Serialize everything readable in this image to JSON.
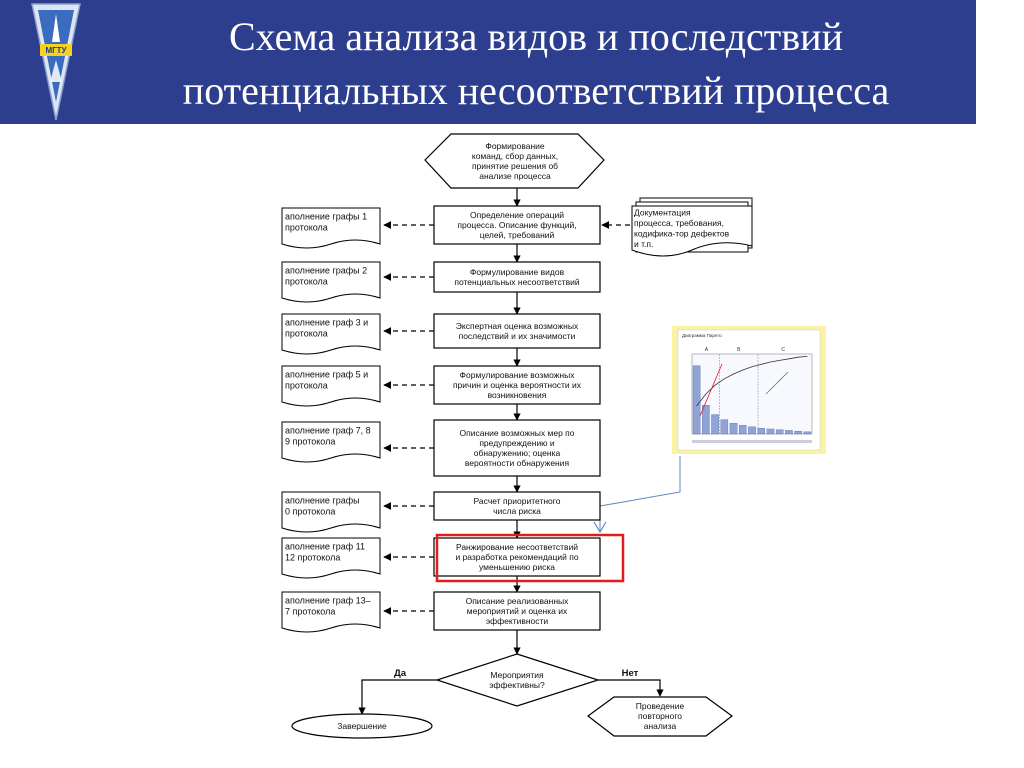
{
  "title": {
    "line1": "Схема анализа видов и последствий",
    "line2": "потенциальных несоответствий процесса"
  },
  "logo": {
    "text": "МГТУ"
  },
  "flow": {
    "start": [
      "Формирование",
      "команд, сбор данных,",
      "принятие решения об",
      "анализе процесса"
    ],
    "steps": [
      [
        "Определение операций",
        "процесса. Описание функций,",
        "целей, требований"
      ],
      [
        "Формулирование видов",
        "потенциальных несоответствий"
      ],
      [
        "Экспертная оценка возможных",
        "последствий и их значимости"
      ],
      [
        "Формулирование возможных",
        "причин и оценка вероятности их",
        "возникновения"
      ],
      [
        "Описание возможных мер по",
        "предупреждению и",
        "обнаружению; оценка",
        "вероятности обнаружения"
      ],
      [
        "Расчет приоритетного",
        "числа риска"
      ],
      [
        "Ранжирование несоответствий",
        "и разработка рекомендаций по",
        "уменьшению риска"
      ],
      [
        "Описание реализованных",
        "мероприятий и оценка их",
        "эффективности"
      ]
    ],
    "decision": [
      "Мероприятия",
      "эффективны?"
    ],
    "yes_label": "Да",
    "no_label": "Нет",
    "end_yes": "Завершение",
    "end_no": [
      "Проведение",
      "повторного",
      "анализа"
    ]
  },
  "protocol_notes": [
    [
      "аполнение графы 1",
      "протокола"
    ],
    [
      "аполнение графы 2",
      "протокола"
    ],
    [
      "аполнение граф 3 и",
      "протокола"
    ],
    [
      "аполнение граф 5 и",
      "протокола"
    ],
    [
      "аполнение граф 7, 8",
      "9 протокола"
    ],
    [
      "аполнение графы",
      "0 протокола"
    ],
    [
      "аполнение граф 11",
      "12 протокола"
    ],
    [
      "аполнение граф 13–",
      "7 протокола"
    ]
  ],
  "documentation": [
    "Документация",
    "процесса, требования,",
    "кодифика-тор дефектов",
    "и т.п."
  ],
  "pareto": {
    "title": "Диаграмма Парето",
    "zones": [
      "A",
      "B",
      "C"
    ],
    "bar_values": [
      95,
      40,
      27,
      20,
      15,
      12,
      10,
      8,
      7,
      6,
      5,
      4,
      3
    ],
    "cumulative_values": [
      35,
      50,
      61,
      69,
      75,
      80,
      84,
      87,
      90,
      92,
      94,
      96,
      97
    ],
    "highlight": "#e21b1b"
  },
  "colors": {
    "title_bg": "#2e3e8e",
    "highlight": "#e21b1b",
    "connector": "#5b86c4",
    "pareto_bg": "#fbf3a4"
  }
}
